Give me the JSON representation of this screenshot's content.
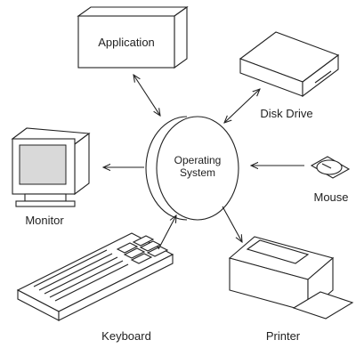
{
  "diagram": {
    "center": {
      "line1": "Operating",
      "line2": "System"
    },
    "nodes": {
      "application": "Application",
      "disk_drive": "Disk Drive",
      "monitor": "Monitor",
      "mouse": "Mouse",
      "keyboard": "Keyboard",
      "printer": "Printer"
    },
    "connections": [
      {
        "from": "application",
        "to": "operating-system",
        "direction": "both"
      },
      {
        "from": "disk-drive",
        "to": "operating-system",
        "direction": "both"
      },
      {
        "from": "operating-system",
        "to": "monitor",
        "direction": "one-way"
      },
      {
        "from": "mouse",
        "to": "operating-system",
        "direction": "one-way"
      },
      {
        "from": "keyboard",
        "to": "operating-system",
        "direction": "one-way"
      },
      {
        "from": "operating-system",
        "to": "printer",
        "direction": "one-way"
      }
    ]
  }
}
